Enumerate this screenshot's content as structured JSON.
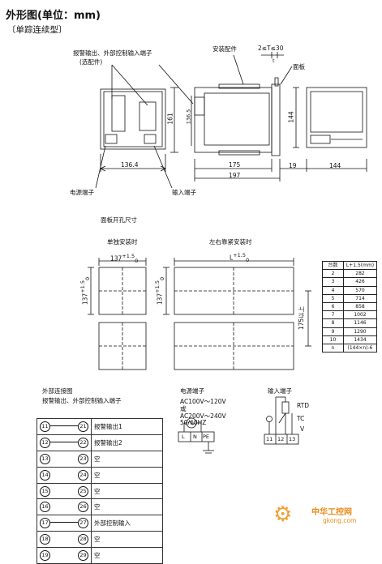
{
  "title": "外形图(单位：mm)",
  "subtitle": "〔单踪连续型〕",
  "labels": {
    "alarm_input_top": "报警输出、外部控制输入端子",
    "optional": "(选配件)",
    "mount_part": "安装配件",
    "t_range": "2≤T≤30",
    "t": "t",
    "panel": "面板",
    "power_terminal": "电源端子",
    "input_terminal": "输入端子",
    "panel_cutout": "面板开孔尺寸",
    "single_mount": "单独安装时",
    "side_mount": "左右靠紧安装时",
    "ext_wiring": "外部连接图",
    "ext_wiring_sub": "报警输出、外部控制输入端子",
    "power_terminal2": "电源端子",
    "input_terminal2": "输入端子"
  },
  "dims": {
    "d136_4": "136.4",
    "d161": "161",
    "d136_5": "136.5",
    "d175": "175",
    "d197": "197",
    "d19": "19",
    "d144w": "144",
    "d144h": "144",
    "c137w": "137",
    "c137w_tol": "+1.5",
    "c137w_tol0": "0",
    "c137h": "137",
    "c137h_tol": "+1.5",
    "c137h_tol0": "0",
    "cL": "L",
    "cL_tol": "+1.5",
    "cL_tol0": "0",
    "c175": "175以上"
  },
  "l_table": {
    "head_count": "台数",
    "head_l": "L+1.5(mm)",
    "rows": [
      [
        "2",
        "282"
      ],
      [
        "3",
        "426"
      ],
      [
        "4",
        "570"
      ],
      [
        "5",
        "714"
      ],
      [
        "6",
        "858"
      ],
      [
        "7",
        "1002"
      ],
      [
        "8",
        "1146"
      ],
      [
        "9",
        "1290"
      ],
      [
        "10",
        "1434"
      ],
      [
        "n",
        "(144×n)-6"
      ]
    ]
  },
  "terminals": [
    {
      "a": "11",
      "b": "21",
      "sw": true,
      "label": "报警输出1"
    },
    {
      "a": "12",
      "b": "22",
      "sw": true,
      "label": "报警输出2"
    },
    {
      "a": "13",
      "b": "23",
      "sw": false,
      "label": "空"
    },
    {
      "a": "14",
      "b": "24",
      "sw": false,
      "label": "空"
    },
    {
      "a": "15",
      "b": "25",
      "sw": false,
      "label": "空"
    },
    {
      "a": "16",
      "b": "26",
      "sw": false,
      "label": "空"
    },
    {
      "a": "17",
      "b": "27",
      "sw": true,
      "label": "外部控制输入"
    },
    {
      "a": "18",
      "b": "28",
      "sw": false,
      "label": "空"
    },
    {
      "a": "19",
      "b": "29",
      "sw": false,
      "label": "空"
    }
  ],
  "power": {
    "ac1": "AC100V～120V",
    "or": "或",
    "ac2": "AC200V～240V",
    "hz": "50/60HZ",
    "t_l": "L",
    "t_n": "N",
    "t_pe": "PE"
  },
  "input": {
    "rtd": "RTD",
    "tc": "TC",
    "v": "V",
    "t11": "11",
    "t12": "12",
    "t13": "13"
  },
  "watermark": {
    "brand": "中华工控网",
    "url": "gkong.com"
  }
}
